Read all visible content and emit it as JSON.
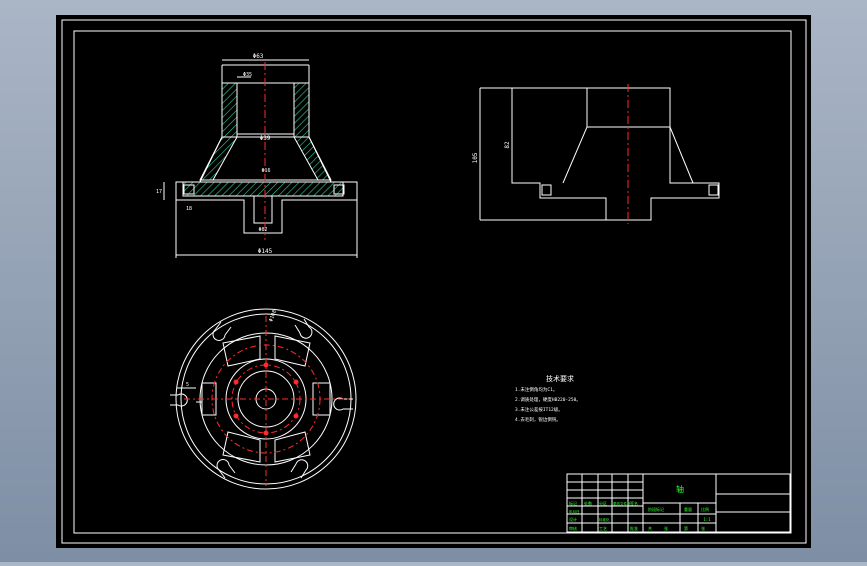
{
  "dimensions": {
    "top_bore": "Φ63",
    "wall": "Φ35",
    "inner_cone": "Φ39",
    "center_bore": "Φ16",
    "left_height": "17",
    "flange_thk": "18",
    "hub_dia": "Φ82",
    "overall_dia": "Φ145",
    "side_overall": "105",
    "side_inner": "82",
    "bolt_circle": "Φ108",
    "slot_width": "5"
  },
  "tech_notes": {
    "title": "技术要求",
    "lines": [
      "1.未注倒角均为C1。",
      "2.调质处理，硬度HB220-250。",
      "3.未注公差按IT12级。",
      "4.去毛刺，锐边倒钝。"
    ]
  },
  "title_block": {
    "part_name": "轴",
    "scale": "1:1",
    "cells": [
      "标记",
      "处数",
      "分区",
      "更改文件号",
      "签名",
      "年月日",
      "设计",
      "标准化",
      "审核",
      "工艺",
      "批准",
      "阶段标记",
      "重量",
      "比例",
      "共",
      "张",
      "第",
      "张"
    ]
  },
  "colors": {
    "background": "#000000",
    "line": "#ffffff",
    "center": "#ff2a2a",
    "hatch": "#33cc99",
    "title_text": "#33ff33"
  }
}
